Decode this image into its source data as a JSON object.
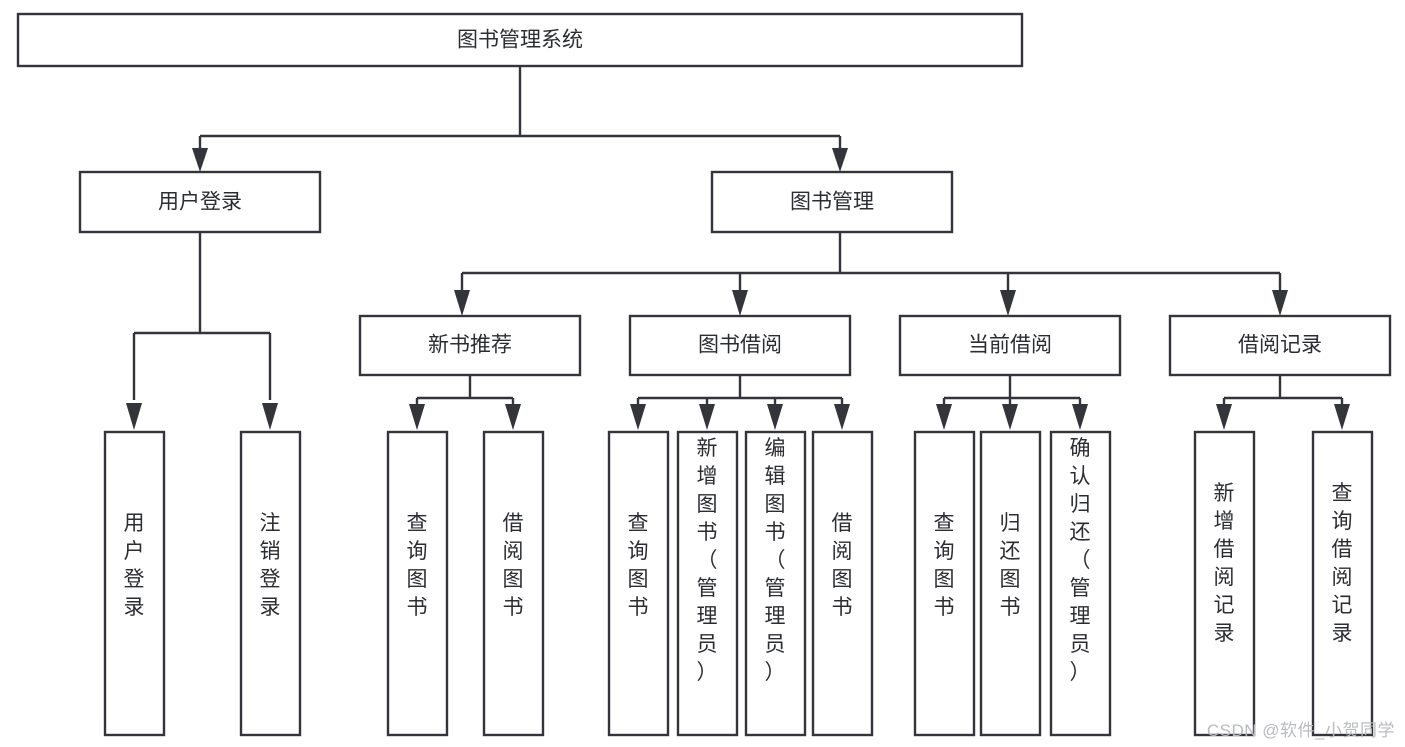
{
  "diagram": {
    "title": "图书管理系统",
    "watermark": "CSDN @软件_小贺同学",
    "accent_color": "#33353a",
    "text_color": "#2b2d31",
    "background_color": "#ffffff",
    "root": {
      "label": "图书管理系统"
    },
    "level2": [
      {
        "label": "用户登录"
      },
      {
        "label": "图书管理"
      }
    ],
    "level3": [
      {
        "label": "新书推荐"
      },
      {
        "label": "图书借阅"
      },
      {
        "label": "当前借阅"
      },
      {
        "label": "借阅记录"
      }
    ],
    "leaves": {
      "user_login": [
        {
          "label": "用户登录"
        },
        {
          "label": "注销登录"
        }
      ],
      "new_book_recommend": [
        {
          "label": "查询图书"
        },
        {
          "label": "借阅图书"
        }
      ],
      "book_borrow": [
        {
          "label": "查询图书"
        },
        {
          "label": "新增图书（管理员）"
        },
        {
          "label": "编辑图书（管理员）"
        },
        {
          "label": "借阅图书"
        }
      ],
      "current_borrow": [
        {
          "label": "查询图书"
        },
        {
          "label": "归还图书"
        },
        {
          "label": "确认归还（管理员）"
        }
      ],
      "borrow_record": [
        {
          "label": "新增借阅记录"
        },
        {
          "label": "查询借阅记录"
        }
      ]
    }
  }
}
